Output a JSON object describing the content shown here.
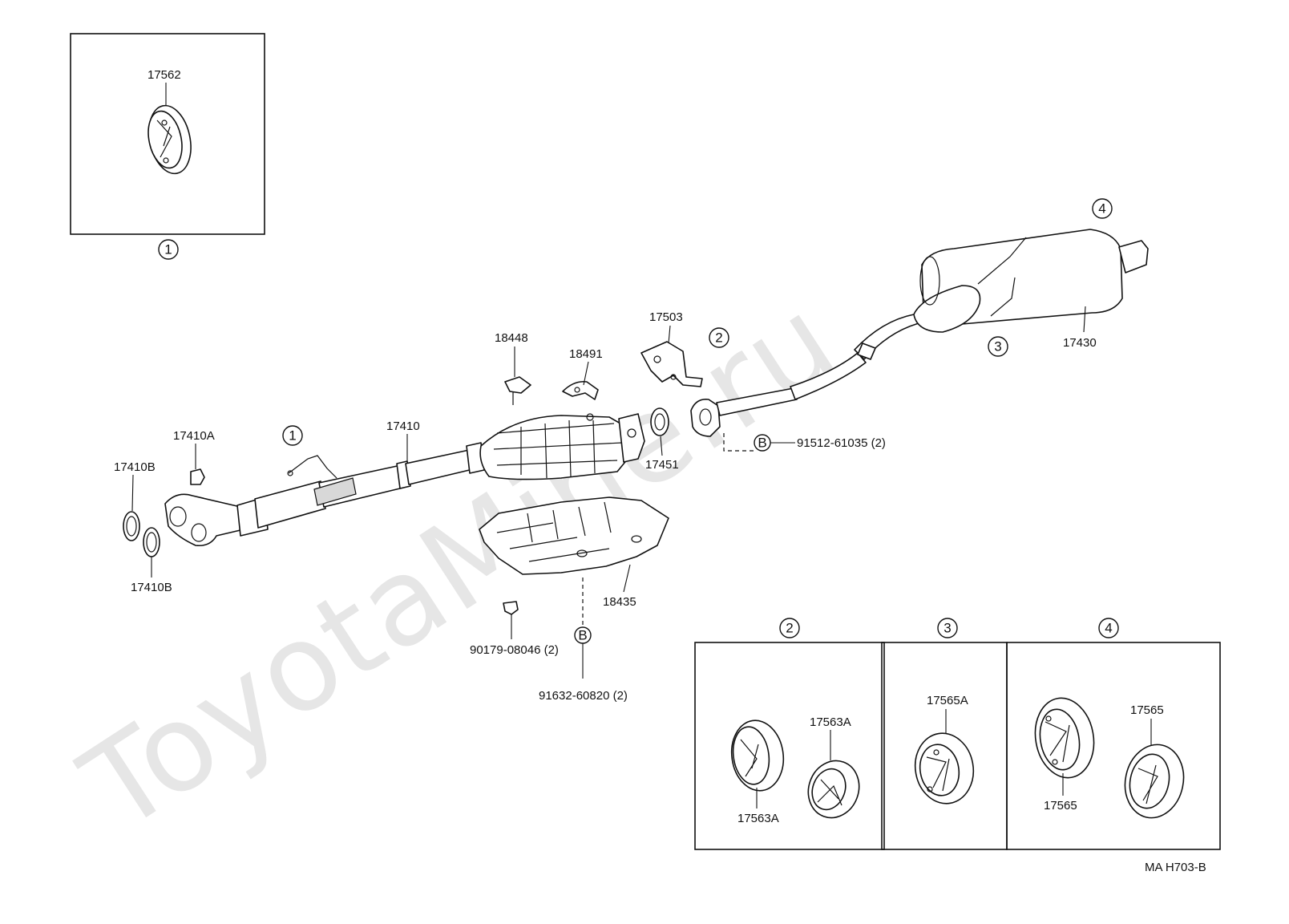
{
  "watermark": "ToyotaMine.ru",
  "diagram_code": "MA H703-B",
  "callouts": {
    "c1": "1",
    "c2": "2",
    "c3": "3",
    "c4": "4",
    "b": "B"
  },
  "parts": {
    "p17562": "17562",
    "p17410A": "17410A",
    "p17410B_top": "17410B",
    "p17410B_bottom": "17410B",
    "p17410": "17410",
    "p18448": "18448",
    "p18491": "18491",
    "p17503": "17503",
    "p17451": "17451",
    "p91512": "91512-61035 (2)",
    "p17430": "17430",
    "p18435": "18435",
    "p90179": "90179-08046 (2)",
    "p91632": "91632-60820 (2)",
    "p17563A_top": "17563A",
    "p17563A_bottom": "17563A",
    "p17565A": "17565A",
    "p17565_top": "17565",
    "p17565_bottom": "17565"
  }
}
